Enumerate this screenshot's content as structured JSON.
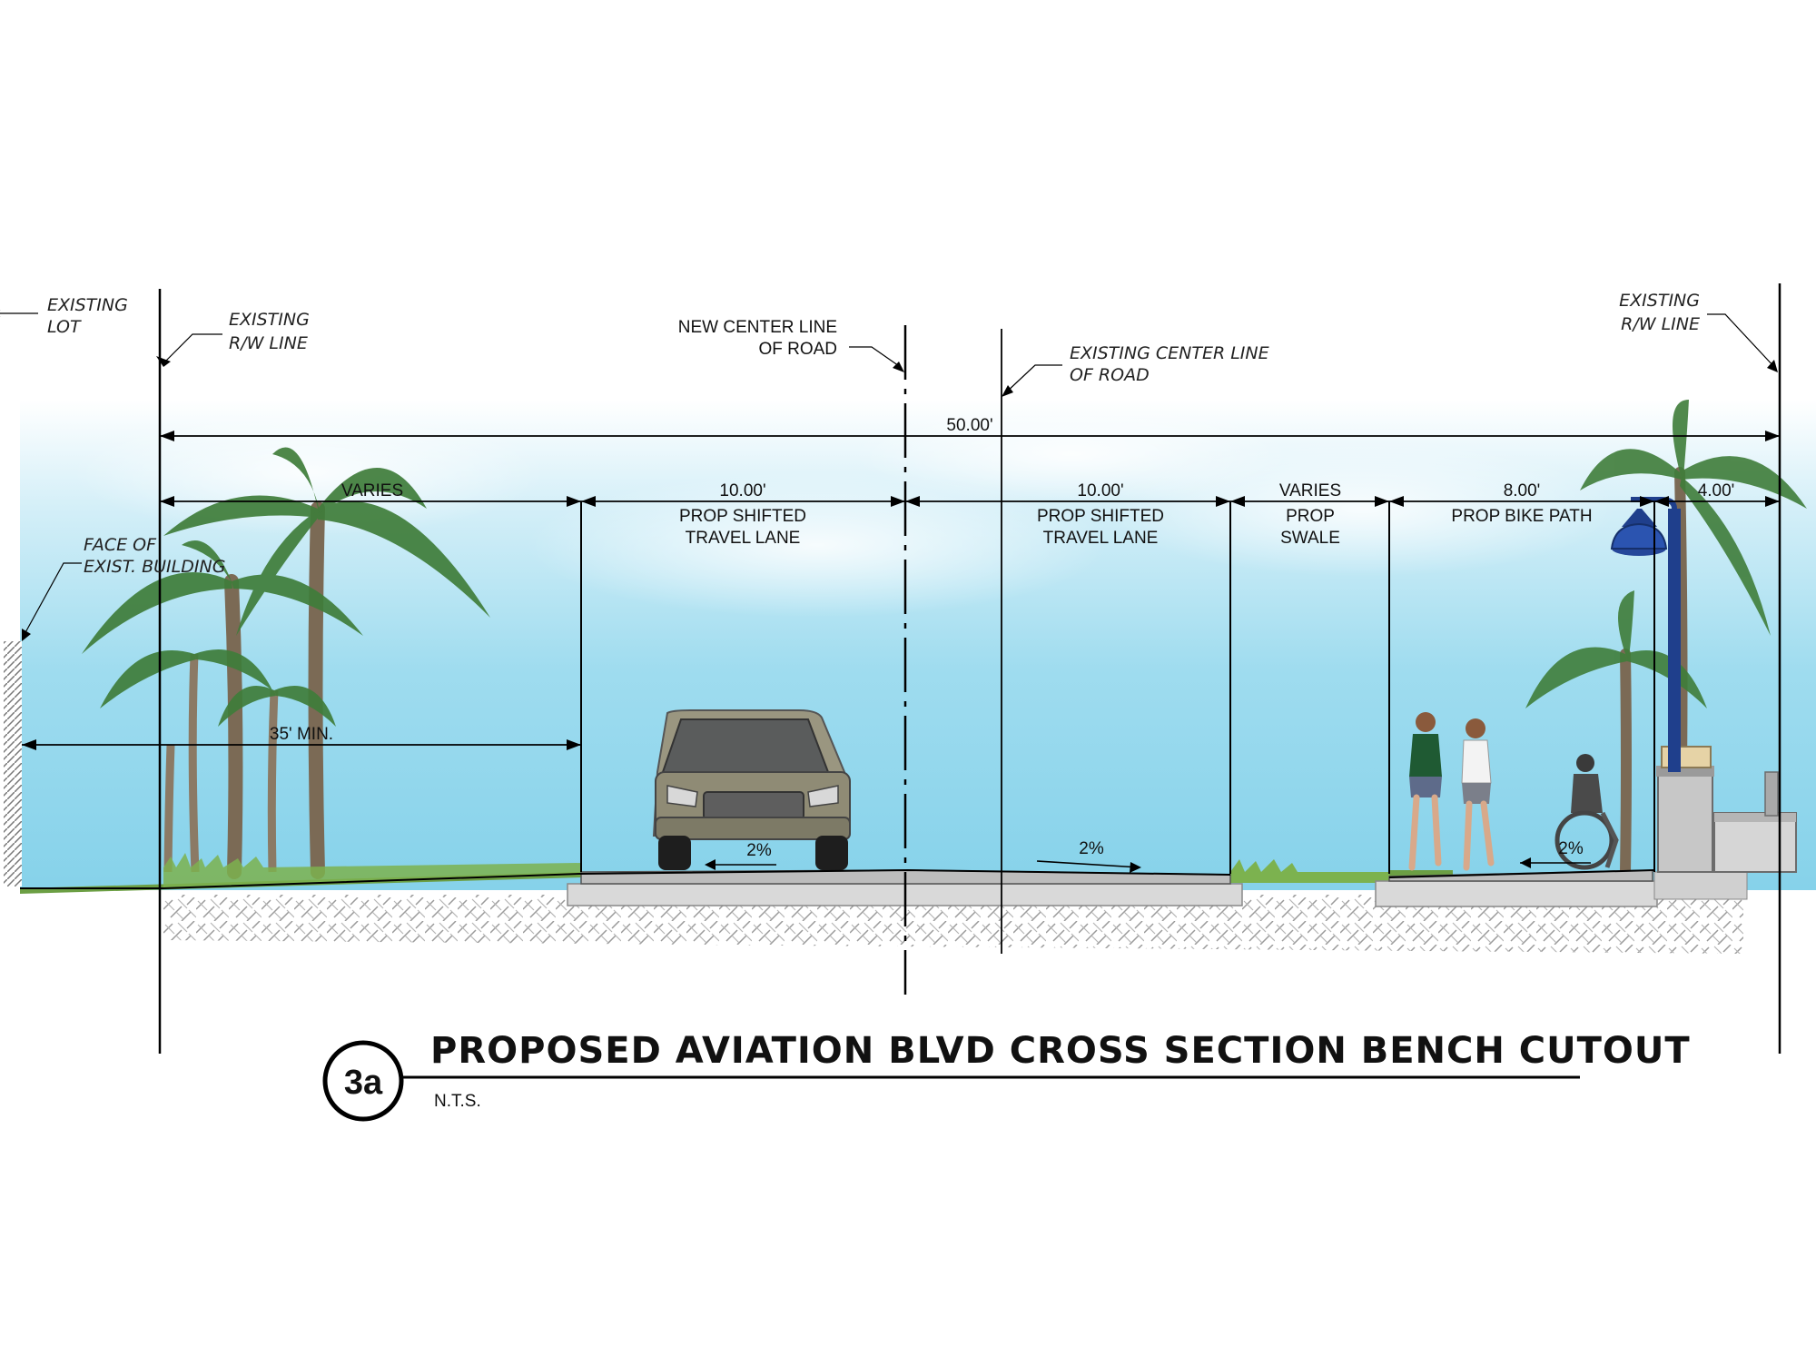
{
  "colors": {
    "sky": "#8fd6ec",
    "sky_light": "#d4eff8",
    "grass": "#6c9f44",
    "soil": "#8a8a8a",
    "pavement": "#d5d5d5",
    "pole": "#1f3f8c",
    "car": "#9a9680",
    "line": "#000000"
  },
  "annotations": {
    "existing_lot_1": "EXISTING",
    "existing_lot_2": "LOT",
    "rw_left_1": "EXISTING",
    "rw_left_2": "R/W LINE",
    "new_cl_1": "NEW CENTER LINE",
    "new_cl_2": "OF ROAD",
    "exist_cl_1": "EXISTING CENTER LINE",
    "exist_cl_2": "OF ROAD",
    "rw_right_1": "EXISTING",
    "rw_right_2": "R/W LINE",
    "face_bldg_1": "FACE OF",
    "face_bldg_2": "EXIST. BUILDING"
  },
  "dimensions": {
    "total": "50.00'",
    "varies_left": "VARIES",
    "lane1_dim": "10.00'",
    "lane1_l1": "PROP SHIFTED",
    "lane1_l2": "TRAVEL LANE",
    "lane2_dim": "10.00'",
    "lane2_l1": "PROP SHIFTED",
    "lane2_l2": "TRAVEL LANE",
    "swale_dim": "VARIES",
    "swale_l1": "PROP",
    "swale_l2": "SWALE",
    "bike_dim": "8.00'",
    "bike_l1": "PROP BIKE PATH",
    "right_dim": "4.00'",
    "setback": "35' MIN."
  },
  "slopes": {
    "lane1": "2%",
    "lane2": "2%",
    "bike": "2%"
  },
  "title": {
    "badge": "3a",
    "text": "PROPOSED AVIATION BLVD CROSS SECTION BENCH CUTOUT",
    "scale": "N.T.S."
  }
}
